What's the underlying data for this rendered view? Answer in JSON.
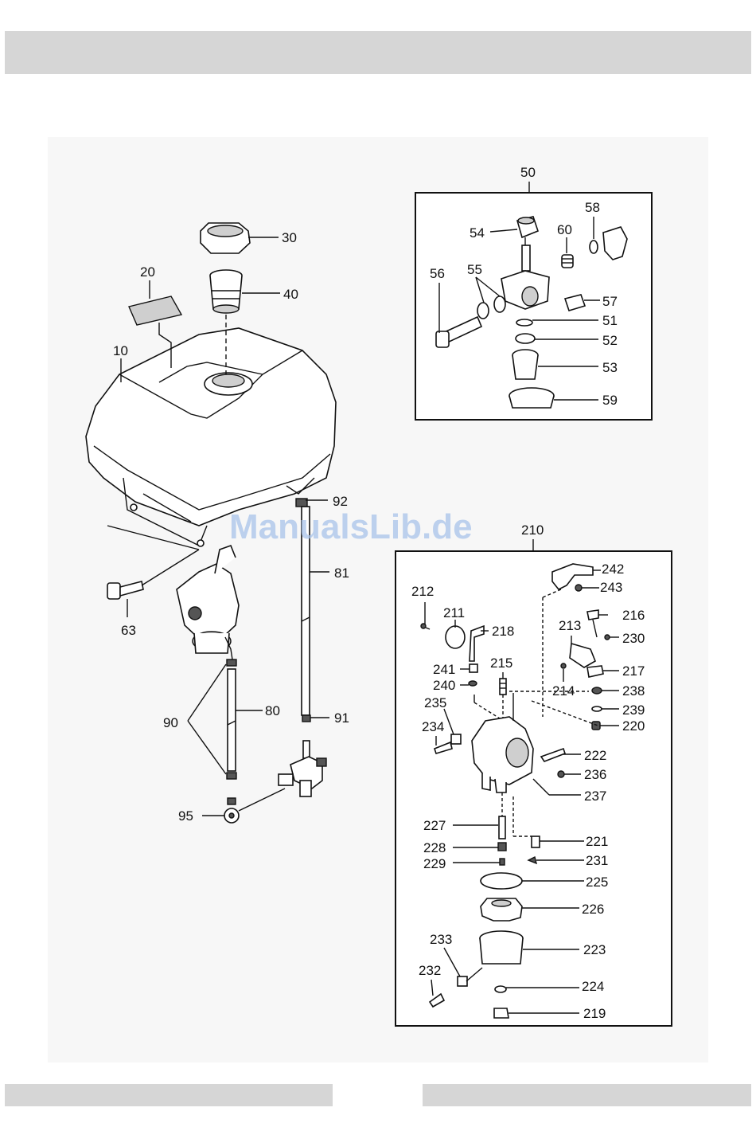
{
  "watermark": "ManualsLib.de",
  "tank_labels": {
    "l10": "10",
    "l20": "20",
    "l30": "30",
    "l40": "40",
    "l63": "63",
    "l80": "80",
    "l81": "81",
    "l90": "90",
    "l91": "91",
    "l92": "92",
    "l95": "95"
  },
  "fuel_cock_box": {
    "title": "50",
    "l51": "51",
    "l52": "52",
    "l53": "53",
    "l54": "54",
    "l55": "55",
    "l56": "56",
    "l57": "57",
    "l58": "58",
    "l59": "59",
    "l60": "60"
  },
  "carburetor_box": {
    "title": "210",
    "l212": "212",
    "l211": "211",
    "l218": "218",
    "l241": "241",
    "l240": "240",
    "l215": "215",
    "l235": "235",
    "l234": "234",
    "l242": "242",
    "l243": "243",
    "l216": "216",
    "l213": "213",
    "l230": "230",
    "l217": "217",
    "l214": "214",
    "l238": "238",
    "l239": "239",
    "l220": "220",
    "l222": "222",
    "l236": "236",
    "l237": "237",
    "l227": "227",
    "l228": "228",
    "l229": "229",
    "l221": "221",
    "l231": "231",
    "l225": "225",
    "l226": "226",
    "l223": "223",
    "l233": "233",
    "l232": "232",
    "l224": "224",
    "l219": "219"
  }
}
